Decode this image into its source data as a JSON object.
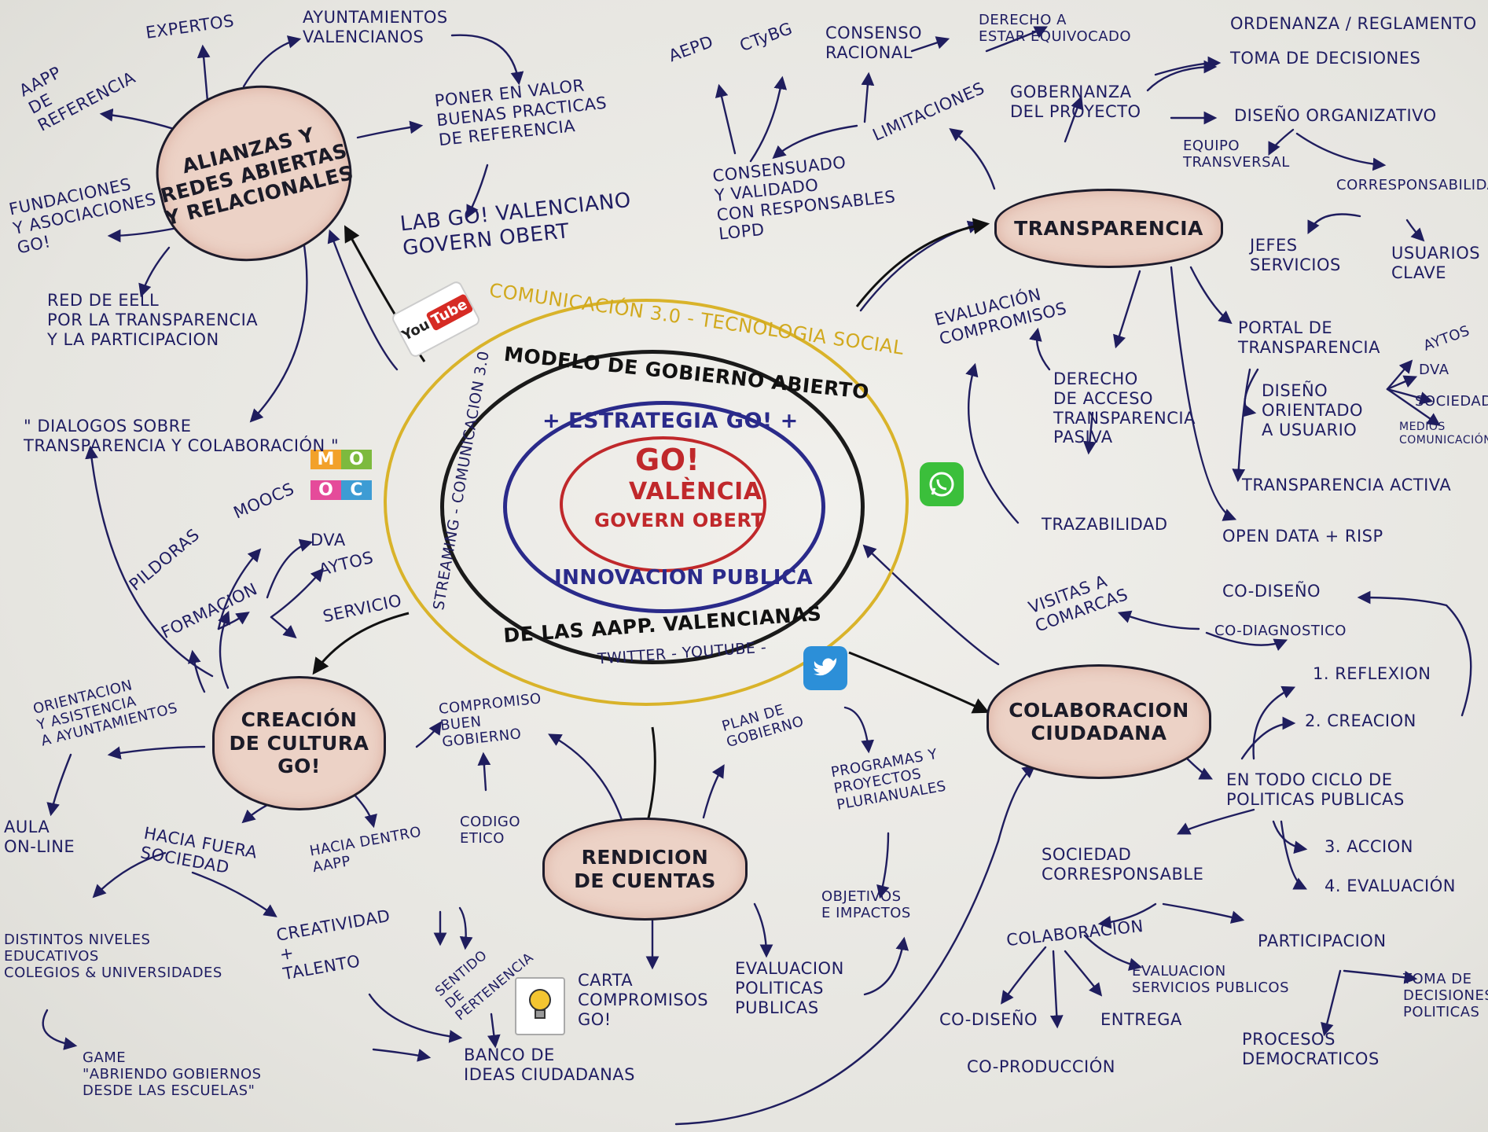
{
  "center": {
    "ring_outer_top": "COMUNICACIÓN 3.0 - TECNOLOGIA SOCIAL",
    "ring_outer_left": "STREAMING - COMUNICACION 3.0",
    "ring_outer_bottom": "TWITTER - YOUTUBE -",
    "ring_black_top": "MODELO DE GOBIERNO ABIERTO",
    "ring_black_bottom": "DE LAS AAPP. VALENCIANAS",
    "ring_blue_top": "+ ESTRATEGIA GO! +",
    "ring_blue_bottom": "INNOVACION PUBLICA",
    "core_line1": "GO!",
    "core_line2": "VALÈNCIA",
    "core_line3": "GOVERN OBERT",
    "colors": {
      "outer": "#d9b32a",
      "black": "#1a1a1a",
      "blue": "#2a2a8a",
      "red": "#c0282b"
    }
  },
  "clouds": {
    "alianzas": "ALIANZAS Y\nREDES ABIERTAS\nY RELACIONALES",
    "transparencia": "TRANSPARENCIA",
    "colaboracion": "COLABORACION\nCIUDADANA",
    "rendicion": "RENDICION\nDE CUENTAS",
    "creacion": "CREACIÓN\nDE CULTURA\nGO!"
  },
  "labels": {
    "aapp": "AAPP\nDE\nREFERENCIA",
    "expertos": "EXPERTOS",
    "ayuntamientos": "AYUNTAMIENTOS\nVALENCIANOS",
    "poner_valor": "PONER EN VALOR\nBUENAS PRACTICAS\nDE REFERENCIA",
    "lab": "LAB GO! VALENCIANO\nGOVERN OBERT",
    "fundaciones": "FUNDACIONES\nY ASOCIACIONES\nGO!",
    "red_eell": "RED DE EELL\nPOR LA TRANSPARENCIA\nY LA PARTICIPACION",
    "dialogos": "\" DIALOGOS SOBRE\nTRANSPARENCIA Y COLABORACIÓN \"",
    "aepd": "AEPD",
    "ctbg": "CTyBG",
    "consenso": "CONSENSO\nRACIONAL",
    "derecho_equivocado": "DERECHO A\nESTAR EQUIVOCADO",
    "ordenanza": "ORDENANZA / REGLAMENTO",
    "toma_decisiones_top": "TOMA DE DECISIONES",
    "gobernanza": "GOBERNANZA\nDEL PROYECTO",
    "diseno_org": "DISEÑO ORGANIZATIVO",
    "equipo": "EQUIPO\nTRANSVERSAL",
    "corresponsab": "CORRESPONSABILIDAD",
    "jefes": "JEFES\nSERVICIOS",
    "usuarios": "USUARIOS\nCLAVE",
    "limitaciones": "LIMITACIONES",
    "consensuado": "CONSENSUADO\nY VALIDADO\nCON RESPONSABLES\nLOPD",
    "evaluacion_comp": "EVALUACIÓN\nCOMPROMISOS",
    "derecho_acceso": "DERECHO\nDE ACCESO\nTRANSPARENCIA\nPASIVA",
    "trazabilidad": "TRAZABILIDAD",
    "portal": "PORTAL DE\nTRANSPARENCIA",
    "aytos_r": "AYTOS",
    "dva_r": "DVA",
    "sociedad_r": "SOCIEDAD",
    "medios": "MEDIOS\nCOMUNICACIÓN",
    "diseno_usuario": "DISEÑO\nORIENTADO\nA USUARIO",
    "transp_activa": "TRANSPARENCIA ACTIVA",
    "open_data": "OPEN DATA + RISP",
    "visitas": "VISITAS A\nCOMARCAS",
    "codiseno_top": "CO-DISEÑO",
    "codiagnostico": "CO-DIAGNOSTICO",
    "reflexion": "1. REFLEXION",
    "creacion_step": "2. CREACION",
    "todo_ciclo": "EN TODO CICLO DE\nPOLITICAS PUBLICAS",
    "accion": "3. ACCION",
    "evaluacion_step": "4. EVALUACIÓN",
    "sociedad_corr": "SOCIEDAD\nCORRESPONSABLE",
    "colaboracion": "COLABORACION",
    "participacion": "PARTICIPACION",
    "evaluacion_serv": "EVALUACION\nSERVICIOS PUBLICOS",
    "toma_decisiones_politicas": "TOMA DE\nDECISIONES\nPOLITICAS",
    "codiseno_bottom": "CO-DISEÑO",
    "entrega": "ENTREGA",
    "coproduccion": "CO-PRODUCCIÓN",
    "procesos": "PROCESOS\nDEMOCRATICOS",
    "compromiso": "COMPROMISO\nBUEN\nGOBIERNO",
    "codigo": "CODIGO\nETICO",
    "plan": "PLAN DE\nGOBIERNO",
    "programas": "PROGRAMAS Y\nPROYECTOS\nPLURIANUALES",
    "objetivos": "OBJETIVOS\nE IMPACTOS",
    "carta": "CARTA\nCOMPROMISOS\nGO!",
    "evaluacion_politicas": "EVALUACION\nPOLITICAS\nPUBLICAS",
    "banco": "BANCO DE\nIDEAS CIUDADANAS",
    "sentido": "SENTIDO\nDE\nPERTENENCIA",
    "creatividad": "CREATIVIDAD\n+\nTALENTO",
    "hacia_dentro": "HACIA DENTRO\nAAPP",
    "hacia_fuera": "HACIA FUERA\nSOCIEDAD",
    "niveles": "DISTINTOS NIVELES\nEDUCATIVOS\nCOLEGIOS & UNIVERSIDADES",
    "game": "GAME\n\"ABRIENDO GOBIERNOS\nDESDE LAS ESCUELAS\"",
    "aula": "AULA\nON-LINE",
    "orientacion": "ORIENTACION\nY ASISTENCIA\nA AYUNTAMIENTOS",
    "pildoras": "PILDORAS",
    "moocs": "MOOCS",
    "formacion": "FORMACION",
    "dva_l": "DVA",
    "aytos_l": "AYTOS",
    "servicio_l": "SERVICIO"
  },
  "logos": {
    "youtube_a": "You",
    "youtube_b": "Tube",
    "mooc": "MOOC",
    "whatsapp": "whatsapp-icon",
    "twitter": "twitter-icon",
    "ideas": "lightbulb-icon"
  }
}
